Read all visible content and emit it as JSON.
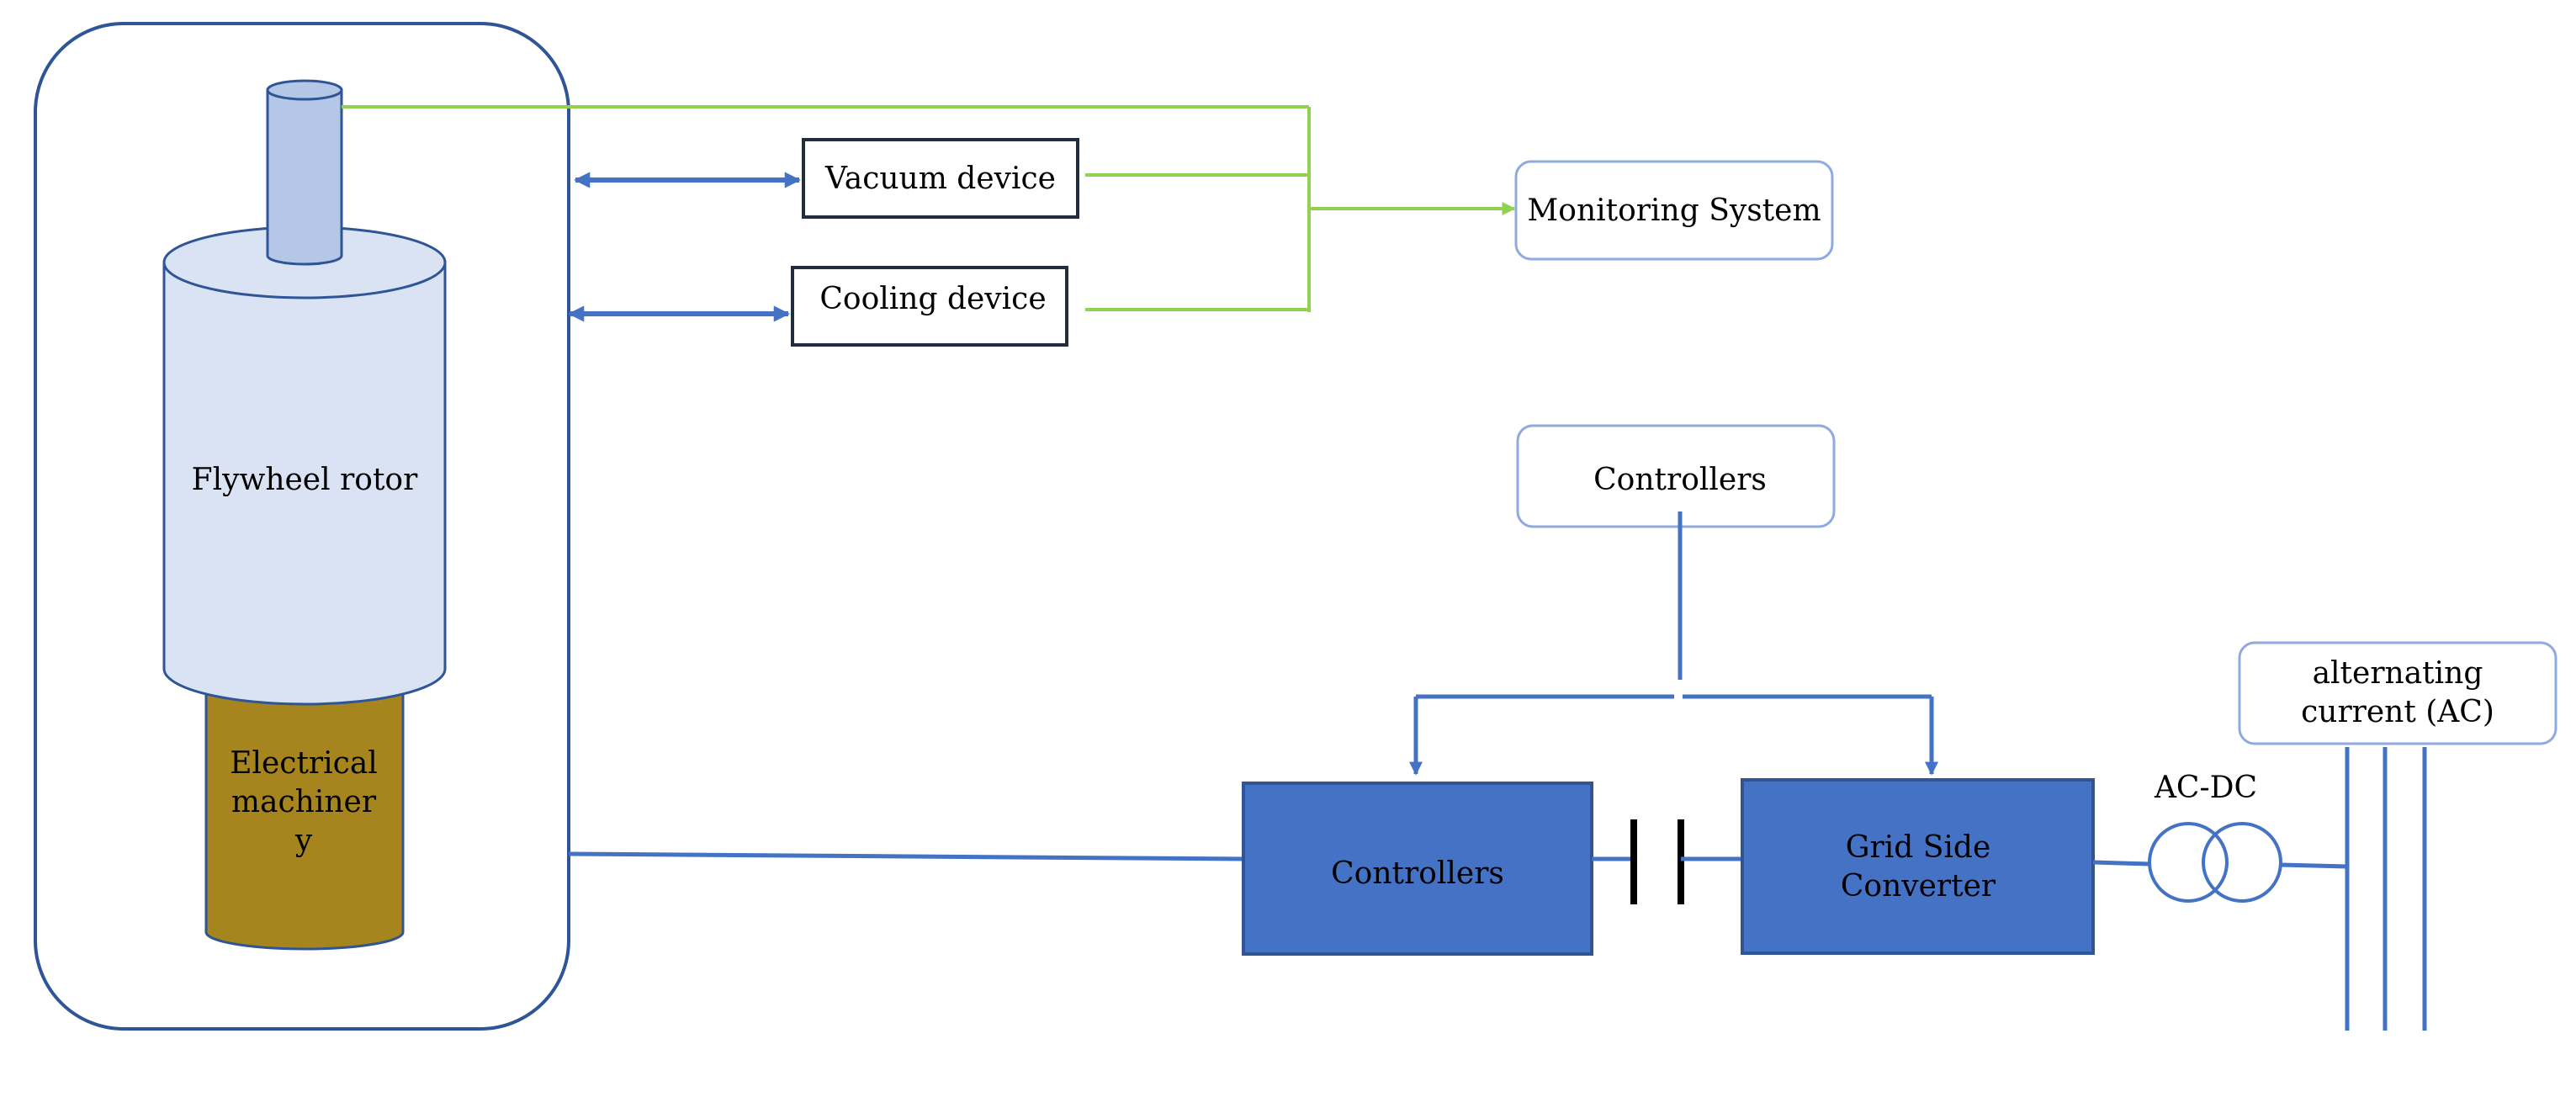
{
  "labels": {
    "flywheel_rotor": "Flywheel rotor",
    "electrical_machinery": [
      "Electrical",
      "machiner",
      "y"
    ],
    "vacuum_device": "Vacuum device",
    "cooling_device": "Cooling device",
    "monitoring_system": "Monitoring System",
    "controllers_top": "Controllers",
    "controllers_converter": "Controllers",
    "grid_side_converter": [
      "Grid Side",
      "Converter"
    ],
    "ac_dc": "AC-DC",
    "alternating_current": [
      "alternating",
      "current (AC)"
    ]
  },
  "colors": {
    "enclosure_stroke": "#2f5597",
    "rotor_fill": "#dae3f3",
    "shaft_fill": "#b4c7e7",
    "machinery_fill": "#a6851e",
    "green_line": "#92d050",
    "blue_line": "#4472c4",
    "converter_fill": "#4472c4",
    "device_box_stroke": "#1f2d3d",
    "rounded_box_stroke": "#8faadc"
  }
}
